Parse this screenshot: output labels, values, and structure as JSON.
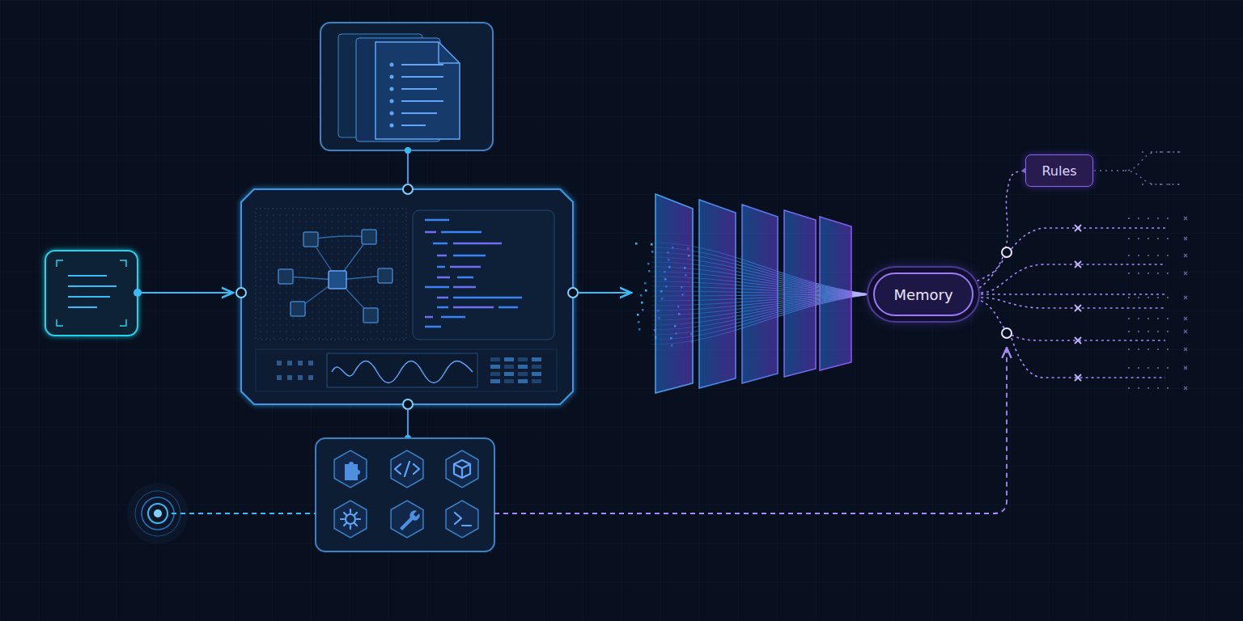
{
  "diagram": {
    "nodes": [
      {
        "text": [
          "Memory"
        ]
      },
      {
        "text": [
          "Rules"
        ]
      }
    ],
    "edges": [
      {
        "from": 0,
        "to": 1,
        "arrow": "none"
      }
    ]
  }
}
